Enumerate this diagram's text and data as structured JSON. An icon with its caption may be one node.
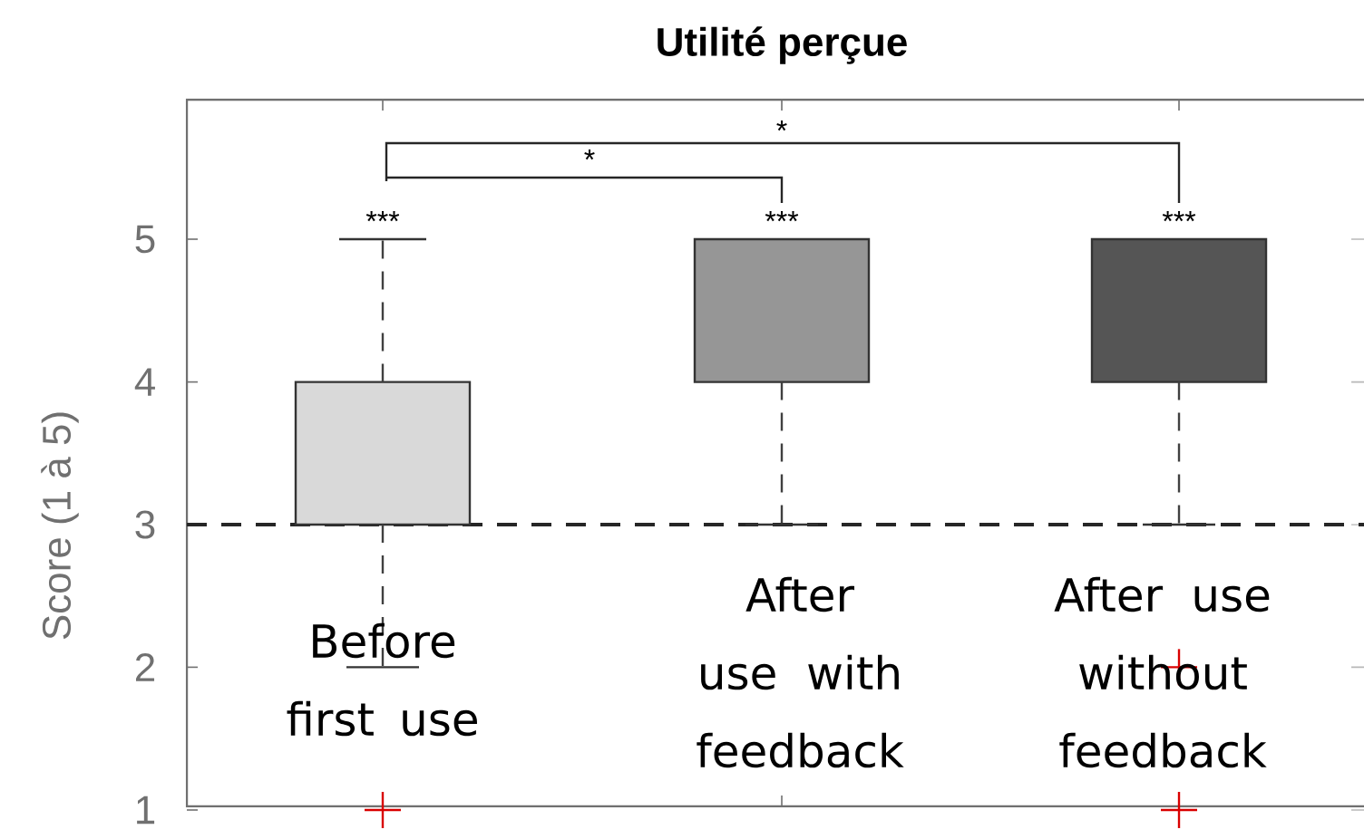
{
  "diagram": {
    "title": "Utilité perçue",
    "labels": [
      "*",
      "*",
      "***",
      "***",
      "***",
      "5",
      "4",
      "3",
      "2",
      "1",
      "Score (1 à 5)",
      "Before first use",
      "After use with feedback",
      "After use without feedback"
    ]
  }
}
